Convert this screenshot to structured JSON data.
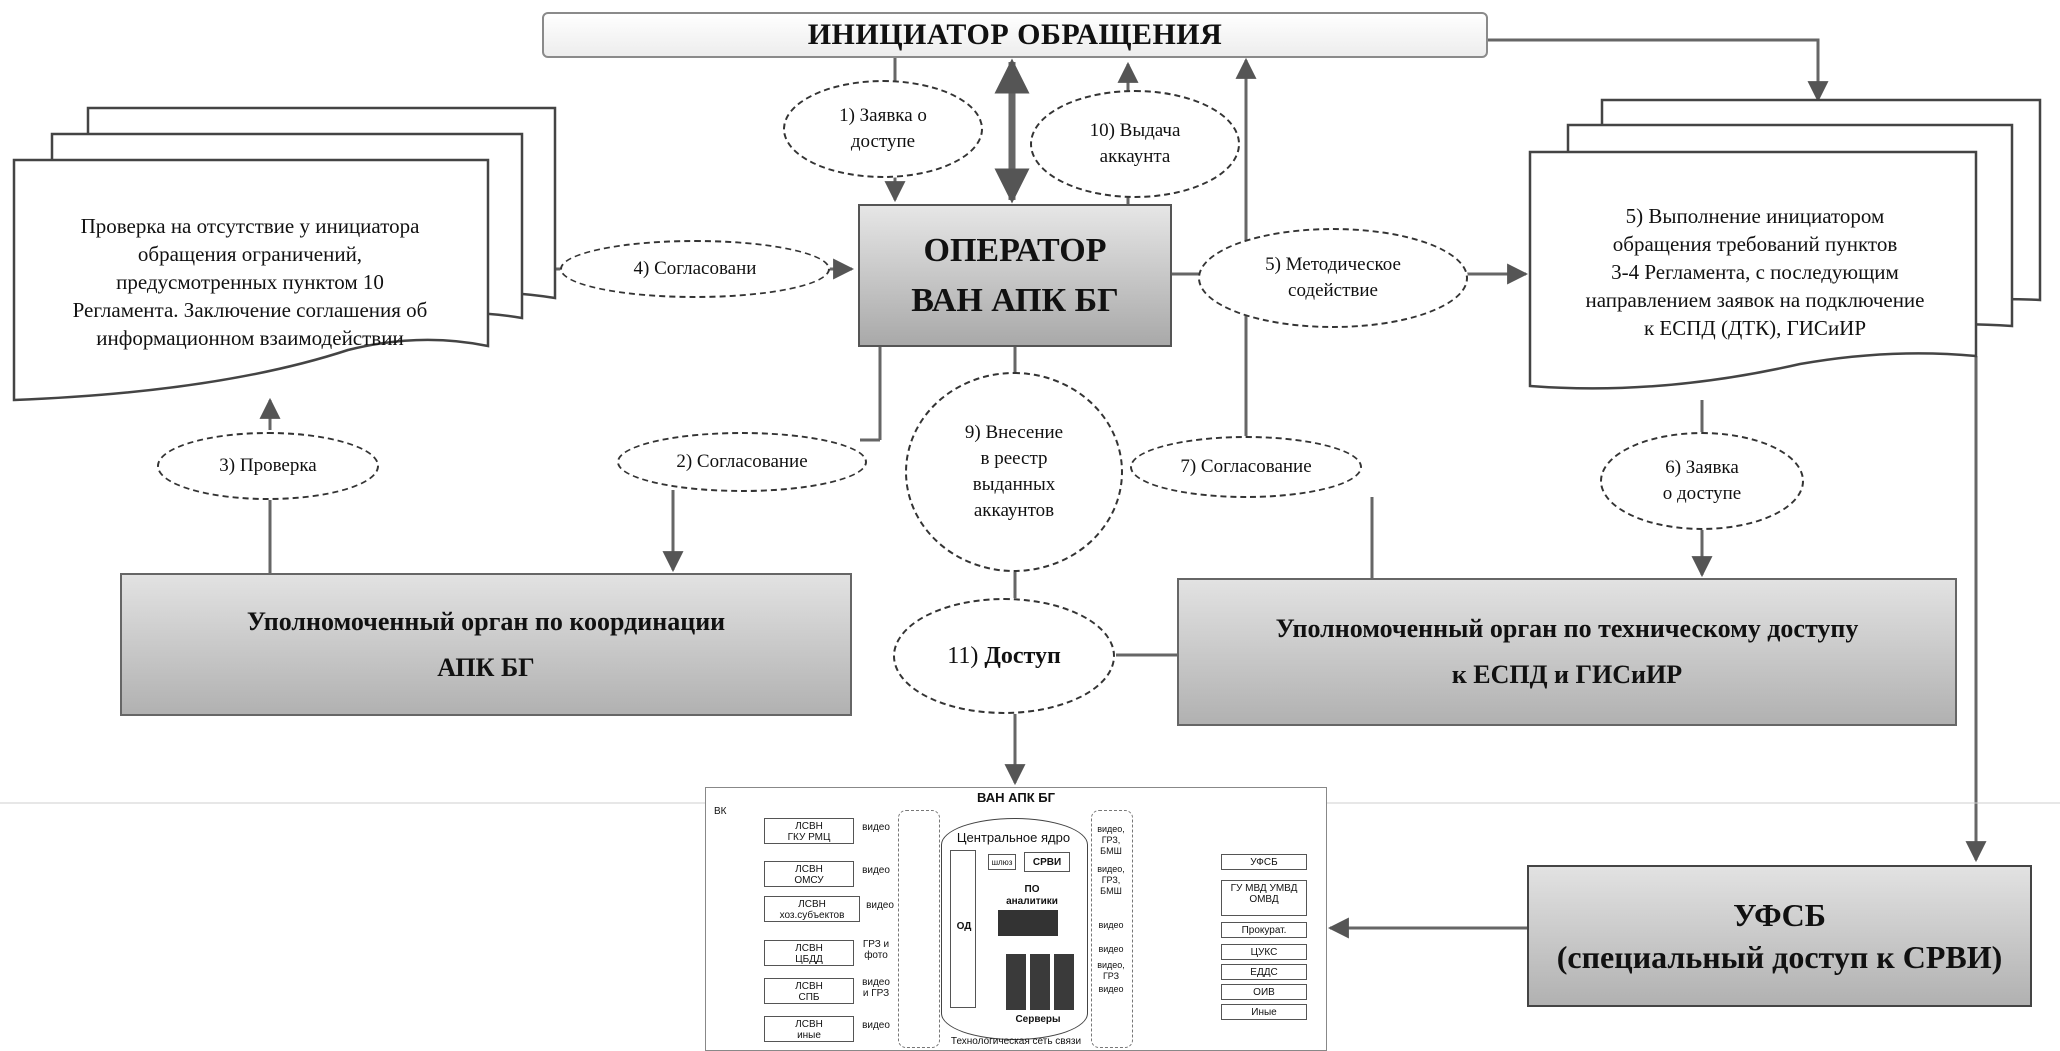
{
  "initiator": "ИНИЦИАТОР ОБРАЩЕНИЯ",
  "operator": {
    "line1": "ОПЕРАТОР",
    "line2": "ВАН АПК БГ"
  },
  "left_doc": [
    "Проверка на отсутствие у инициатора",
    "обращения ограничений,",
    "предусмотренных пунктом 10",
    "Регламента. Заключение соглашения об",
    "информационном взаимодействии"
  ],
  "right_doc": [
    "5) Выполнение инициатором",
    "обращения требований пунктов",
    "3-4 Регламента, с последующим",
    "направлением заявок на подключение",
    "к ЕСПД (ДТК), ГИСиИР"
  ],
  "organ_coord": {
    "line1": "Уполномоченный орган по координации",
    "line2": "АПК БГ"
  },
  "organ_tech": {
    "line1": "Уполномоченный орган по техническому доступу",
    "line2": "к ЕСПД и ГИСиИР"
  },
  "ufsb": {
    "line1": "УФСБ",
    "line2": "(специальный доступ к СРВИ)"
  },
  "steps": {
    "s1": [
      "1) Заявка о",
      "доступе"
    ],
    "s10": [
      "10) Выдача",
      "аккаунта"
    ],
    "s4": [
      "4) Согласовани"
    ],
    "s5": [
      "5) Методическое",
      "содействие"
    ],
    "s3": [
      "3) Проверка"
    ],
    "s2": [
      "2) Согласование"
    ],
    "s9": [
      "9) Внесение",
      "в реестр",
      "выданных",
      "аккаунтов"
    ],
    "s7": [
      "7) Согласование"
    ],
    "s6": [
      "6) Заявка",
      "о доступе"
    ],
    "s11_num": "11)",
    "s11_word": "Доступ"
  },
  "network": {
    "title": "ВАН АПК БГ",
    "vk": "ВК",
    "left": [
      [
        "ЛСВН",
        "ГКУ РМЦ"
      ],
      [
        "ЛСВН",
        "ОМСУ"
      ],
      [
        "ЛСВН",
        "хоз.субъектов"
      ],
      [
        "ЛСВН",
        "ЦБДД"
      ],
      [
        "ЛСВН",
        "СПБ"
      ],
      [
        "ЛСВН",
        "иные"
      ]
    ],
    "left_flows": [
      "видео",
      "видео",
      "видео",
      "ГРЗ и фото",
      "видео и ГРЗ",
      "видео"
    ],
    "core": "Центральное ядро",
    "od": "ОД",
    "gateway": "шлюз",
    "srvi": "СРВИ",
    "po": "ПО",
    "po_sub": "аналитики",
    "servers": "Серверы",
    "right": [
      "УФСБ",
      "ГУ МВД УМВД ОМВД",
      "Прокурат.",
      "ЦУКС",
      "ЕДДС",
      "ОИВ",
      "Иные"
    ],
    "right_flows": [
      "видео, ГРЗ, БМШ",
      "видео, ГРЗ, БМШ",
      "видео",
      "видео",
      "видео, ГРЗ",
      "видео",
      ""
    ],
    "footer": "Технологическая сеть связи"
  }
}
